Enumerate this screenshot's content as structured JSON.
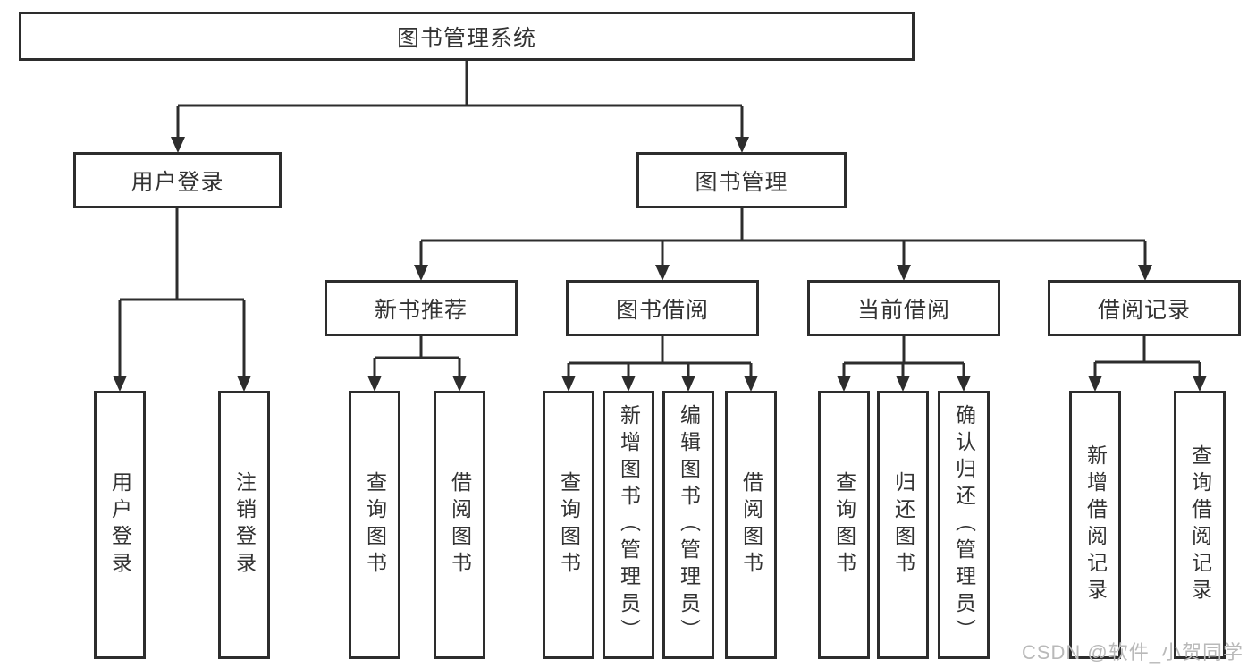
{
  "diagram": {
    "root": {
      "label": "图书管理系统"
    },
    "user_login_branch": {
      "label": "用户登录",
      "children": [
        "用户登录",
        "注销登录"
      ]
    },
    "book_mgmt_branch": {
      "label": "图书管理",
      "sections": [
        {
          "label": "新书推荐",
          "children": [
            "查询图书",
            "借阅图书"
          ]
        },
        {
          "label": "图书借阅",
          "children": [
            "查询图书",
            "新增图书（管理员）",
            "编辑图书（管理员）",
            "借阅图书"
          ]
        },
        {
          "label": "当前借阅",
          "children": [
            "查询图书",
            "归还图书",
            "确认归还（管理员）"
          ]
        },
        {
          "label": "借阅记录",
          "children": [
            "新增借阅记录",
            "查询借阅记录"
          ]
        }
      ]
    }
  },
  "watermark": "CSDN @软件_小贺同学",
  "colors": {
    "line": "#2d2d2d",
    "box_border": "#2d2d2d",
    "box_background": "#ffffff",
    "text": "#333333",
    "watermark_text": "#b9b9b9",
    "page_background": "#ffffff"
  }
}
